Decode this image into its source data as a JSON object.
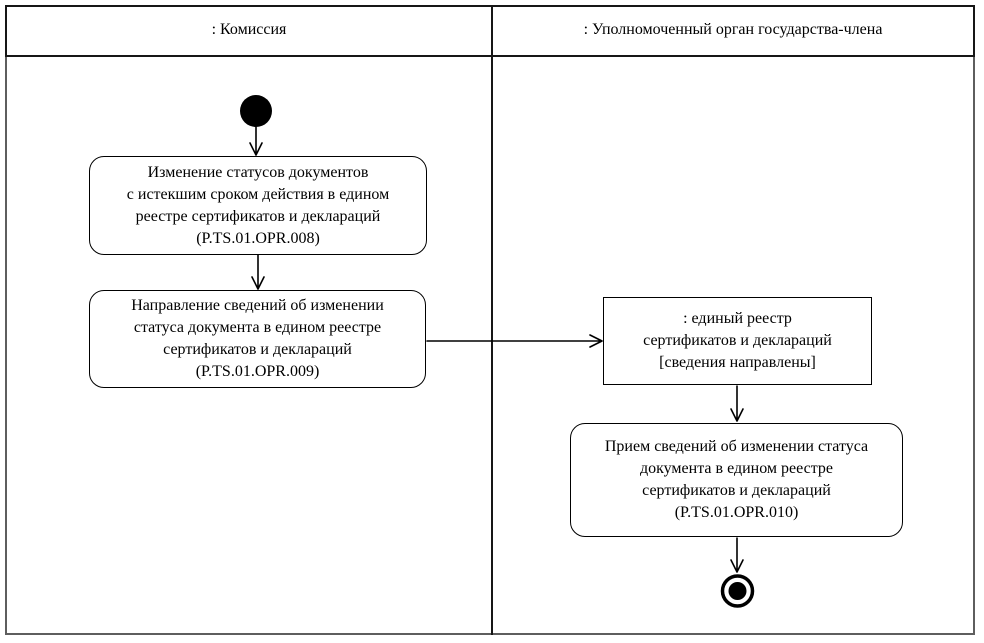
{
  "diagram": {
    "type": "uml-activity-swimlane",
    "lanes": [
      {
        "label": ": Комиссия"
      },
      {
        "label": ": Уполномоченный орган государства-члена"
      }
    ],
    "nodes": {
      "activity_change_status": {
        "kind": "activity",
        "lane": ": Комиссия",
        "text": "Изменение статусов документов\nс истекшим сроком действия в едином\nреестре сертификатов и деклараций\n(P.TS.01.OPR.008)"
      },
      "activity_send_info": {
        "kind": "activity",
        "lane": ": Комиссия",
        "text": "Направление сведений об изменении\nстатуса документа в едином реестре\nсертификатов и деклараций\n(P.TS.01.OPR.009)"
      },
      "object_registry": {
        "kind": "object",
        "lane": ": Уполномоченный орган государства-члена",
        "text": ": единый реестр\nсертификатов и деклараций\n[сведения направлены]"
      },
      "activity_receive_info": {
        "kind": "activity",
        "lane": ": Уполномоченный орган государства-члена",
        "text": "Прием сведений об изменении статуса\nдокумента в едином реестре\nсертификатов и деклараций\n(P.TS.01.OPR.010)"
      }
    },
    "flow": [
      "initial -> activity_change_status",
      "activity_change_status -> activity_send_info",
      "activity_send_info -> object_registry",
      "object_registry -> activity_receive_info",
      "activity_receive_info -> final"
    ],
    "colors": {
      "line": "#000000",
      "text": "#000000",
      "frame_header": "#161616",
      "frame_body": "#5e5e5e",
      "background": "#ffffff"
    }
  }
}
